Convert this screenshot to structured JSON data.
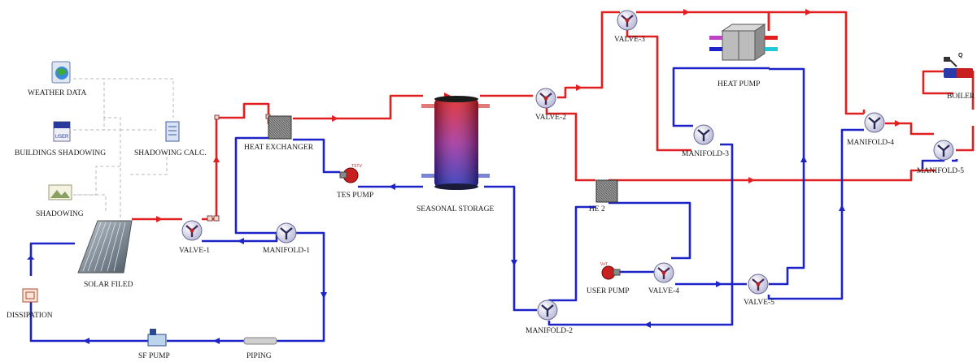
{
  "labels": {
    "weather_data": "WEATHER DATA",
    "buildings_shadowing": "BUILDINGS SHADOWING",
    "shadowing_calc": "SHADOWING CALC.",
    "shadowing": "SHADOWING",
    "solar_field": "SOLAR FILED",
    "dissipation": "DISSIPATION",
    "sf_pump": "SF PUMP",
    "piping": "PIPING",
    "valve_1": "VALVE-1",
    "manifold_1": "MANIFOLD-1",
    "heat_exchanger": "HEAT EXCHANGER",
    "tes_pump": "TES PUMP",
    "seasonal_storage": "SEASONAL STORAGE",
    "valve_2": "VALVE-2",
    "valve_3": "VALVE-3",
    "heat_pump": "HEAT PUMP",
    "manifold_3": "MANIFOLD-3",
    "manifold_4": "MANIFOLD-4",
    "manifold_5": "MANIFOLD-5",
    "boiler": "BOILER",
    "he_2": "HE 2",
    "user_pump": "USER PUMP",
    "valve_4": "VALVE-4",
    "valve_5": "VALVE-5",
    "manifold_2": "MANIFOLD-2"
  },
  "icon_text": {
    "buildings_file": "USER",
    "tes_pump_tag": "TSTV",
    "user_pump_tag": "VxT",
    "boiler_q": "Q"
  },
  "colors": {
    "hot_line": "#e02020",
    "cold_line": "#1c24c8",
    "info_line": "#b8b8b8",
    "valve_fill": "#e6e6f4"
  }
}
